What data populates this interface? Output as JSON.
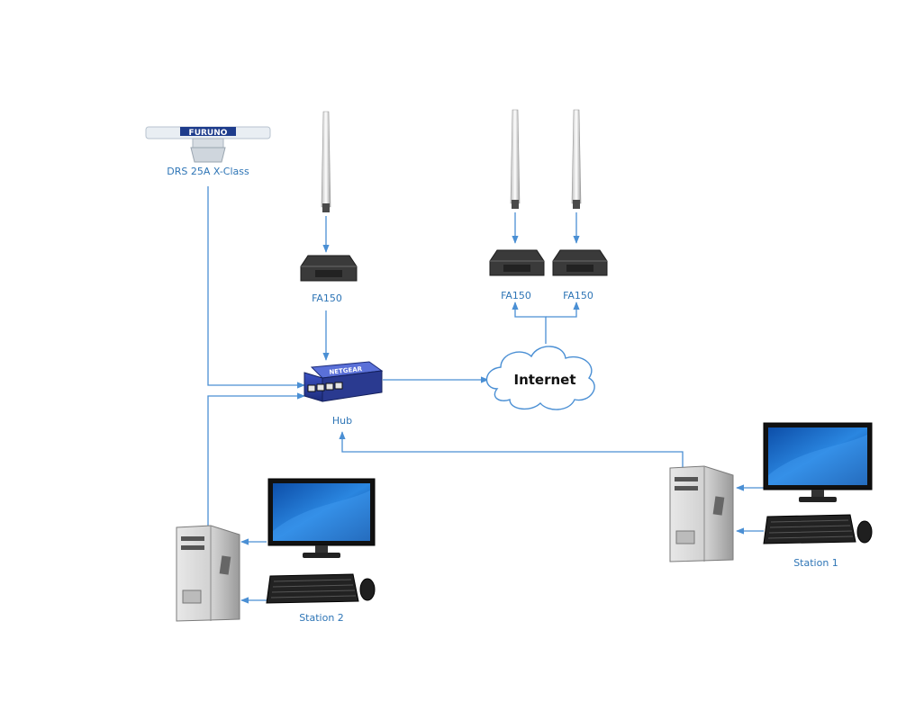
{
  "labels": {
    "radar": "DRS 25A X-Class",
    "fa150_left": "FA150",
    "fa150_mid": "FA150",
    "fa150_right": "FA150",
    "hub": "Hub",
    "internet": "Internet",
    "station1": "Station 1",
    "station2": "Station 2"
  },
  "brands": {
    "radar_logo": "FURUNO",
    "hub_logo": "NETGEAR"
  },
  "colors": {
    "wire": "#4a8fd4",
    "label": "#2e75b6",
    "hub": "#2b3f9e",
    "screen": "#1f6fc9"
  }
}
